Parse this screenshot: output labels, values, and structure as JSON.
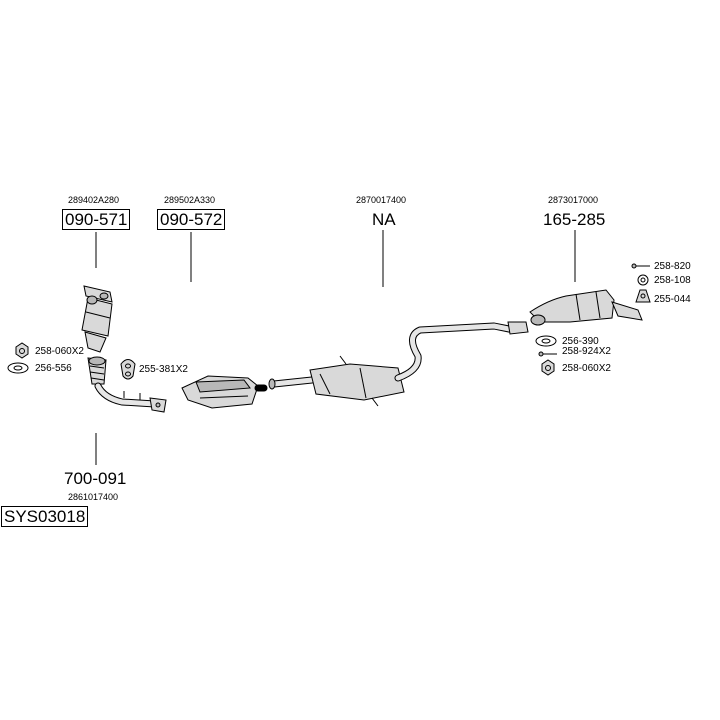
{
  "diagram": {
    "sections": [
      {
        "oem": "289402A280",
        "part": "090-571"
      },
      {
        "oem": "289502A330",
        "part": "090-572"
      },
      {
        "oem": "2870017400",
        "part": "NA"
      },
      {
        "oem": "2873017000",
        "part": "165-285"
      },
      {
        "oem": "2861017400",
        "part": "700-091"
      }
    ],
    "system_id": "SYS03018",
    "accessories": {
      "front_nut": "258-060X2",
      "front_gasket": "256-556",
      "rubber_mount_front": "255-381X2",
      "bolt": "258-820",
      "washer": "258-108",
      "rubber_mount_rear": "255-044",
      "rear_gasket": "256-390",
      "spring_bolt": "258-924X2",
      "rear_nut": "258-060X2"
    }
  }
}
